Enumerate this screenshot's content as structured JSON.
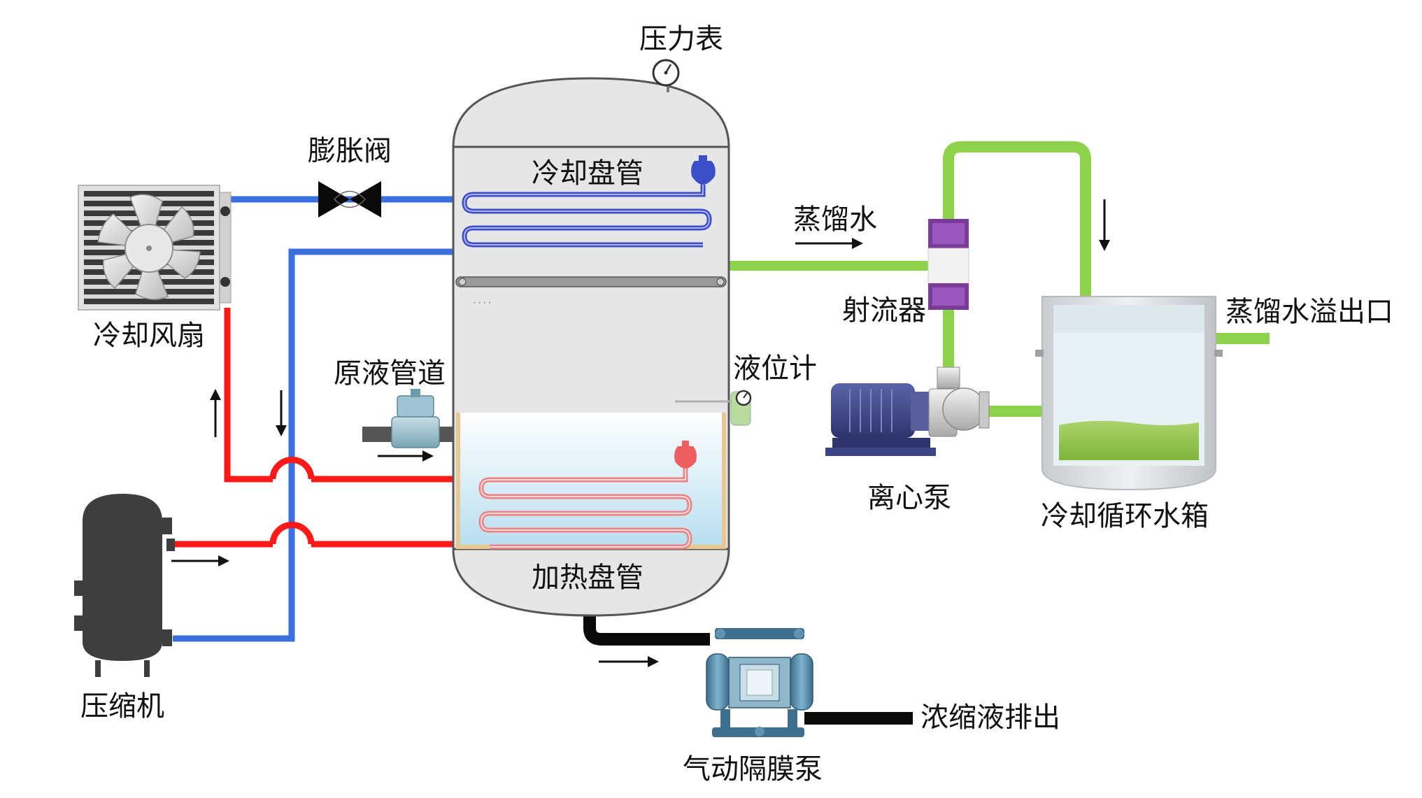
{
  "labels": {
    "pressure_gauge": "压力表",
    "expansion_valve": "膨胀阀",
    "cooling_coil": "冷却盘管",
    "cooling_fan": "冷却风扇",
    "raw_liquid_pipe": "原液管道",
    "level_gauge": "液位计",
    "heating_coil": "加热盘管",
    "compressor": "压缩机",
    "distilled_water": "蒸馏水",
    "ejector": "射流器",
    "centrifugal_pump": "离心泵",
    "distilled_overflow": "蒸馏水溢出口",
    "cooling_tank": "冷却循环水箱",
    "concentrate_discharge": "浓缩液排出",
    "diaphragm_pump": "气动隔膜泵"
  },
  "colors": {
    "hot_pipe": "#ff1a1a",
    "cold_pipe": "#3a6fe0",
    "water_pipe": "#8dd24a",
    "drain_pipe": "#0a0a0a",
    "cooling_coil": "#3c4ec8",
    "heating_coil": "#f28080",
    "vessel": "#e6e6e6",
    "ejector_band": "#7a3a9a"
  }
}
